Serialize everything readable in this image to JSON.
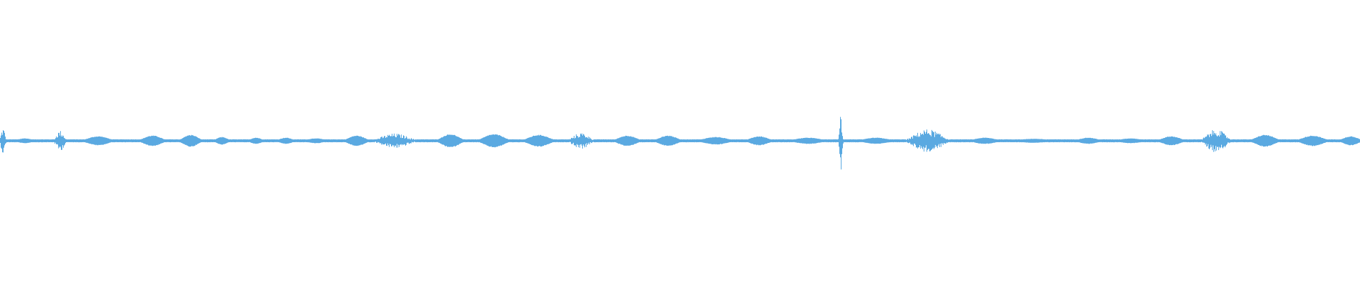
{
  "waveform": {
    "color": "#5aa9e1",
    "background": "#ffffff",
    "baseline_amplitude": 0.008,
    "peak_amplitude": 0.28,
    "segments": [
      {
        "center": 0.002,
        "width": 0.006,
        "amplitude": 0.09,
        "style": "spiky"
      },
      {
        "center": 0.018,
        "width": 0.02,
        "amplitude": 0.015,
        "style": "smooth"
      },
      {
        "center": 0.044,
        "width": 0.012,
        "amplitude": 0.07,
        "style": "spiky"
      },
      {
        "center": 0.072,
        "width": 0.03,
        "amplitude": 0.03,
        "style": "smooth"
      },
      {
        "center": 0.112,
        "width": 0.026,
        "amplitude": 0.035,
        "style": "smooth"
      },
      {
        "center": 0.14,
        "width": 0.022,
        "amplitude": 0.04,
        "style": "smooth"
      },
      {
        "center": 0.163,
        "width": 0.016,
        "amplitude": 0.025,
        "style": "smooth"
      },
      {
        "center": 0.188,
        "width": 0.016,
        "amplitude": 0.02,
        "style": "smooth"
      },
      {
        "center": 0.21,
        "width": 0.018,
        "amplitude": 0.02,
        "style": "smooth"
      },
      {
        "center": 0.232,
        "width": 0.024,
        "amplitude": 0.015,
        "style": "smooth"
      },
      {
        "center": 0.262,
        "width": 0.024,
        "amplitude": 0.035,
        "style": "smooth"
      },
      {
        "center": 0.29,
        "width": 0.04,
        "amplitude": 0.05,
        "style": "spiky"
      },
      {
        "center": 0.331,
        "width": 0.026,
        "amplitude": 0.045,
        "style": "smooth"
      },
      {
        "center": 0.363,
        "width": 0.03,
        "amplitude": 0.045,
        "style": "smooth"
      },
      {
        "center": 0.396,
        "width": 0.03,
        "amplitude": 0.04,
        "style": "smooth"
      },
      {
        "center": 0.427,
        "width": 0.024,
        "amplitude": 0.055,
        "style": "spiky"
      },
      {
        "center": 0.461,
        "width": 0.026,
        "amplitude": 0.035,
        "style": "smooth"
      },
      {
        "center": 0.491,
        "width": 0.026,
        "amplitude": 0.035,
        "style": "smooth"
      },
      {
        "center": 0.526,
        "width": 0.034,
        "amplitude": 0.025,
        "style": "smooth"
      },
      {
        "center": 0.558,
        "width": 0.026,
        "amplitude": 0.03,
        "style": "smooth"
      },
      {
        "center": 0.594,
        "width": 0.036,
        "amplitude": 0.02,
        "style": "smooth"
      },
      {
        "center": 0.618,
        "width": 0.006,
        "amplitude": 0.27,
        "style": "spike"
      },
      {
        "center": 0.644,
        "width": 0.034,
        "amplitude": 0.02,
        "style": "smooth"
      },
      {
        "center": 0.682,
        "width": 0.04,
        "amplitude": 0.08,
        "style": "spiky"
      },
      {
        "center": 0.724,
        "width": 0.03,
        "amplitude": 0.02,
        "style": "smooth"
      },
      {
        "center": 0.76,
        "width": 0.04,
        "amplitude": 0.012,
        "style": "smooth"
      },
      {
        "center": 0.8,
        "width": 0.026,
        "amplitude": 0.02,
        "style": "smooth"
      },
      {
        "center": 0.831,
        "width": 0.03,
        "amplitude": 0.015,
        "style": "smooth"
      },
      {
        "center": 0.861,
        "width": 0.026,
        "amplitude": 0.03,
        "style": "smooth"
      },
      {
        "center": 0.894,
        "width": 0.028,
        "amplitude": 0.08,
        "style": "spiky"
      },
      {
        "center": 0.93,
        "width": 0.028,
        "amplitude": 0.04,
        "style": "smooth"
      },
      {
        "center": 0.965,
        "width": 0.03,
        "amplitude": 0.035,
        "style": "smooth"
      },
      {
        "center": 0.993,
        "width": 0.022,
        "amplitude": 0.03,
        "style": "smooth"
      }
    ]
  }
}
